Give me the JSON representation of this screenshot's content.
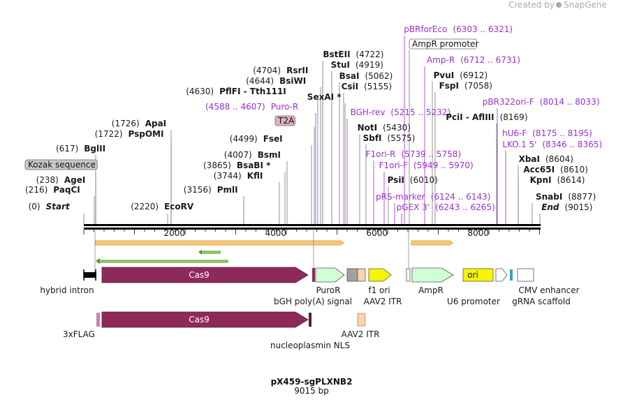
{
  "branding": {
    "created_by": "Created by",
    "product": "SnapGene"
  },
  "plasmid": {
    "name": "pX459-sgPLXNB2",
    "length": "9015 bp"
  },
  "axis": {
    "ticks": [
      {
        "pos": 2000,
        "label": "2000"
      },
      {
        "pos": 4000,
        "label": "4000"
      },
      {
        "pos": 6000,
        "label": "6000"
      },
      {
        "pos": 8000,
        "label": "8000"
      }
    ]
  },
  "sites": [
    {
      "name": "Start",
      "pos": "(0)",
      "kind": "site",
      "style": "bi"
    },
    {
      "name": "PaqCI",
      "pos": "(216)",
      "kind": "site",
      "style": "b"
    },
    {
      "name": "AgeI",
      "pos": "(238)",
      "kind": "site",
      "style": "b"
    },
    {
      "name": "Kozak sequence",
      "pos": "",
      "kind": "boxgrey",
      "style": ""
    },
    {
      "name": "BglII",
      "pos": "(617)",
      "kind": "site",
      "style": "b"
    },
    {
      "name": "PspOMI",
      "pos": "(1722)",
      "kind": "site",
      "style": "b"
    },
    {
      "name": "ApaI",
      "pos": "(1726)",
      "kind": "site",
      "style": "b"
    },
    {
      "name": "EcoRV",
      "pos": "(2220)",
      "kind": "site",
      "style": "b"
    },
    {
      "name": "PmlI",
      "pos": "(3156)",
      "kind": "site",
      "style": "b"
    },
    {
      "name": "KflI",
      "pos": "(3744)",
      "kind": "site",
      "style": "b"
    },
    {
      "name": "BsaBI *",
      "pos": "(3865)",
      "kind": "site",
      "style": "b"
    },
    {
      "name": "BsmI",
      "pos": "(4007)",
      "kind": "site",
      "style": "b"
    },
    {
      "name": "FseI",
      "pos": "(4499)",
      "kind": "site",
      "style": "b"
    },
    {
      "name": "T2A",
      "pos": "",
      "kind": "boxpink",
      "style": ""
    },
    {
      "name": "Puro-R",
      "pos": "(4588 .. 4607)",
      "kind": "primerL",
      "style": ""
    },
    {
      "name": "PflFI - Tth111I",
      "pos": "(4630)",
      "kind": "site",
      "style": "b"
    },
    {
      "name": "BsiWI",
      "pos": "(4644)",
      "kind": "site",
      "style": "b"
    },
    {
      "name": "RsrII",
      "pos": "(4704)",
      "kind": "site",
      "style": "b"
    },
    {
      "name": "BstEII",
      "pos": "(4722)",
      "kind": "site",
      "style": "b"
    },
    {
      "name": "StuI",
      "pos": "(4919)",
      "kind": "site",
      "style": "b"
    },
    {
      "name": "BsaI",
      "pos": "(5062)",
      "kind": "site",
      "style": "b"
    },
    {
      "name": "CsiI",
      "pos": "(5155)",
      "kind": "site",
      "style": "b"
    },
    {
      "name": "SexAI *",
      "pos": "",
      "kind": "site",
      "style": "b"
    },
    {
      "name": "BGH-rev",
      "pos": "(5215 .. 5232)",
      "kind": "primer",
      "style": ""
    },
    {
      "name": "NotI",
      "pos": "(5430)",
      "kind": "site",
      "style": "b"
    },
    {
      "name": "SbfI",
      "pos": "(5575)",
      "kind": "site",
      "style": "b"
    },
    {
      "name": "F1ori-R",
      "pos": "(5739 .. 5758)",
      "kind": "primer",
      "style": ""
    },
    {
      "name": "F1ori-F",
      "pos": "(5949 .. 5970)",
      "kind": "primer",
      "style": ""
    },
    {
      "name": "PsiI",
      "pos": "(6010)",
      "kind": "site",
      "style": "b"
    },
    {
      "name": "pRS-marker",
      "pos": "(6124 .. 6143)",
      "kind": "primer",
      "style": ""
    },
    {
      "name": "pGEX 3'",
      "pos": "(6243 .. 6265)",
      "kind": "primer",
      "style": ""
    },
    {
      "name": "pBRforEco",
      "pos": "(6303 .. 6321)",
      "kind": "primer",
      "style": ""
    },
    {
      "name": "AmpR promoter",
      "pos": "",
      "kind": "boxwhite",
      "style": ""
    },
    {
      "name": "Amp-R",
      "pos": "(6712 .. 6731)",
      "kind": "primer",
      "style": ""
    },
    {
      "name": "PvuI",
      "pos": "(6912)",
      "kind": "site",
      "style": "b"
    },
    {
      "name": "FspI",
      "pos": "(7058)",
      "kind": "site",
      "style": "b"
    },
    {
      "name": "pBR322ori-F",
      "pos": "(8014 .. 8033)",
      "kind": "primer",
      "style": ""
    },
    {
      "name": "PciI - AflIII",
      "pos": "(8169)",
      "kind": "site",
      "style": "b"
    },
    {
      "name": "hU6-F",
      "pos": "(8175 .. 8195)",
      "kind": "primer",
      "style": ""
    },
    {
      "name": "LKO.1 5'",
      "pos": "(8346 .. 8365)",
      "kind": "primer",
      "style": ""
    },
    {
      "name": "XbaI",
      "pos": "(8604)",
      "kind": "site",
      "style": "b"
    },
    {
      "name": "Acc65I",
      "pos": "(8610)",
      "kind": "site",
      "style": "b"
    },
    {
      "name": "KpnI",
      "pos": "(8614)",
      "kind": "site",
      "style": "b"
    },
    {
      "name": "SnabI",
      "pos": "(8877)",
      "kind": "site",
      "style": "b"
    },
    {
      "name": "End",
      "pos": "(9015)",
      "kind": "site",
      "style": "bi"
    }
  ],
  "features": [
    {
      "name": "hybrid intron",
      "label": "hybrid intron"
    },
    {
      "name": "Cas9",
      "label": "Cas9"
    },
    {
      "name": "PuroR",
      "label": "PuroR"
    },
    {
      "name": "bGH poly(A) signal",
      "label": "bGH poly(A) signal"
    },
    {
      "name": "f1 ori",
      "label": "f1 ori"
    },
    {
      "name": "AAV2 ITR",
      "label": "AAV2 ITR"
    },
    {
      "name": "AmpR",
      "label": "AmpR"
    },
    {
      "name": "U6 promoter",
      "label": "U6 promoter"
    },
    {
      "name": "ori",
      "label": "ori"
    },
    {
      "name": "CMV enhancer",
      "label": "CMV enhancer"
    },
    {
      "name": "gRNA scaffold",
      "label": "gRNA scaffold"
    },
    {
      "name": "3xFLAG",
      "label": "3xFLAG"
    },
    {
      "name": "Cas9 (2)",
      "label": "Cas9"
    },
    {
      "name": "nucleoplasmin NLS",
      "label": "nucleoplasmin NLS"
    },
    {
      "name": "AAV2 ITR (2)",
      "label": "AAV2 ITR"
    }
  ],
  "colors": {
    "cas9": "#8e2a5a",
    "puror": "#cfffd6",
    "f1ori": "#f5f500",
    "ampr": "#cfffd6",
    "ori": "#f5f500",
    "itr": "#f7d4b0",
    "primer": "#9b30d0",
    "orf_orange": "#e8a23a",
    "orf_green": "#4e9a2f",
    "kozak_box": "#c8c8c8",
    "t2a_box": "#dcb2b9"
  }
}
